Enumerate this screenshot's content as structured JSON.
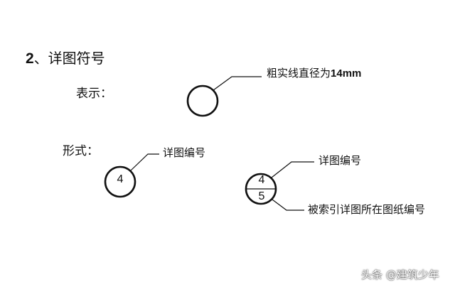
{
  "heading": {
    "number": "2",
    "text": "、详图符号"
  },
  "labels": {
    "biaoshi": "表示：",
    "xingshi": "形式："
  },
  "notes": {
    "diameter_prefix": "粗实线直径为",
    "diameter_value": "14mm",
    "detail_number_1": "详图编号",
    "detail_number_2": "详图编号",
    "sheet_number": "被索引详图所在图纸编号"
  },
  "symbols": {
    "single_number": "4",
    "split_top": "4",
    "split_bottom": "5"
  },
  "watermark": {
    "text": "头条 @建筑少年"
  },
  "colors": {
    "ink": "#111111",
    "background": "#ffffff"
  }
}
